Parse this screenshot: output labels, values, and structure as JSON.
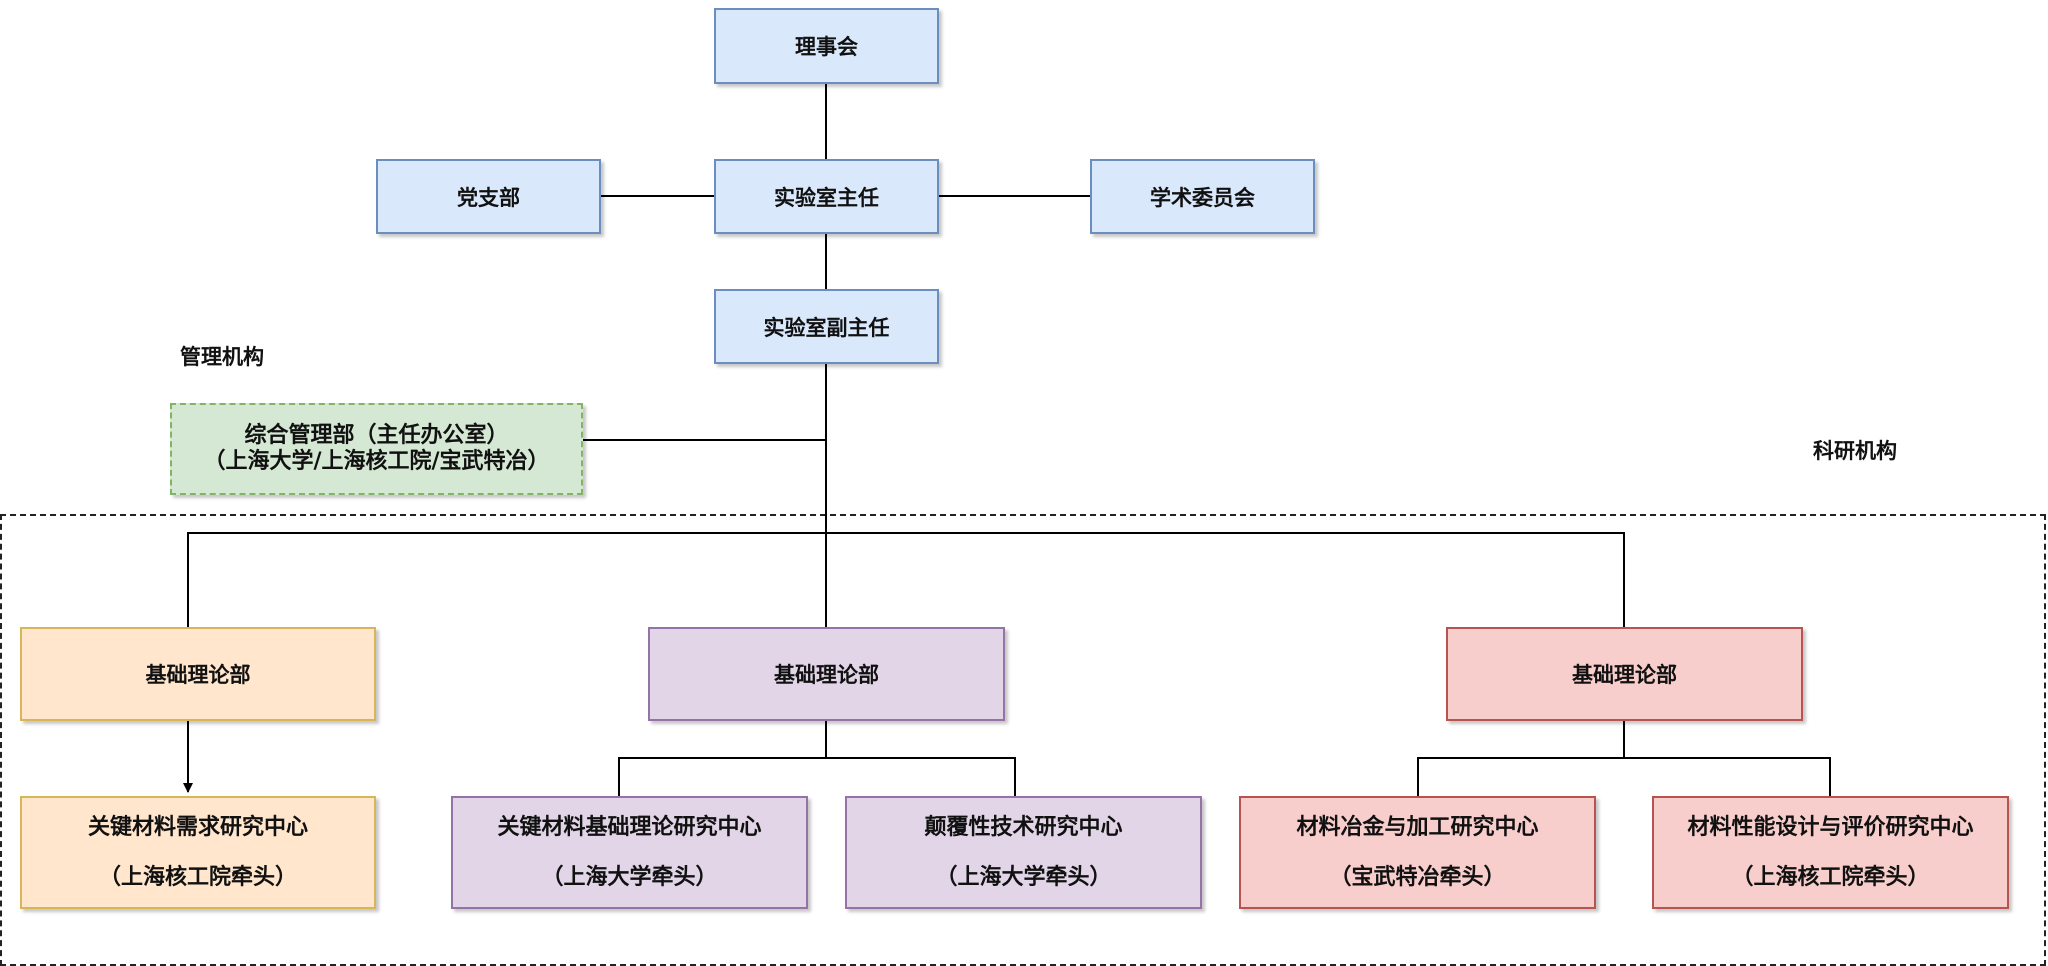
{
  "top": {
    "council": "理事会",
    "party_branch": "党支部",
    "director": "实验室主任",
    "academic_committee": "学术委员会",
    "deputy_director": "实验室副主任"
  },
  "management": {
    "section_label": "管理机构",
    "office_line1": "综合管理部（主任办公室）",
    "office_line2": "（上海大学/上海核工院/宝武特冶）"
  },
  "research": {
    "section_label": "科研机构",
    "departments": [
      "基础理论部",
      "基础理论部",
      "基础理论部"
    ],
    "centers": [
      {
        "name": "关键材料需求研究中心",
        "lead": "（上海核工院牵头）"
      },
      {
        "name": "关键材料基础理论研究中心",
        "lead": "（上海大学牵头）"
      },
      {
        "name": "颠覆性技术研究中心",
        "lead": "（上海大学牵头）"
      },
      {
        "name": "材料冶金与加工研究中心",
        "lead": "（宝武特冶牵头）"
      },
      {
        "name": "材料性能设计与评价研究中心",
        "lead": "（上海核工院牵头）"
      }
    ]
  }
}
